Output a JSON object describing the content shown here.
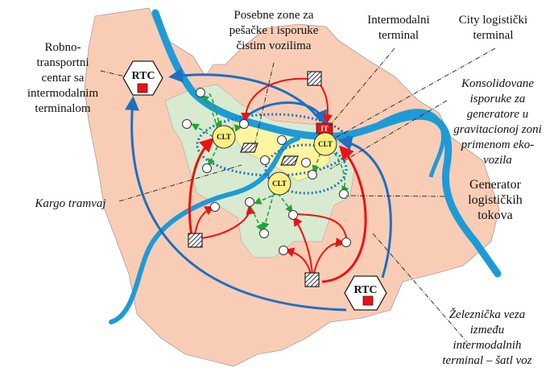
{
  "labels": {
    "rtc_left": "Robno-\ntransportni\ncentar sa\nintermodalnim\nterminalom",
    "special_zones": "Posebne zone za\npešačke i isporuke\nčistim vozilima",
    "intermodal": "Intermodalni\nterminal",
    "city_logistic": "City logistički\nterminal",
    "consolidated": "Konsolidovane\nisporuke za\ngeneratore u\ngravitacionoj zoni\nprimenom eko-\nvozila",
    "generator": "Generator\nlogističkih\ntokova",
    "cargo_tram": "Kargo tramvaj",
    "rail_link": "Železnička veza\nizmeđu\nintermodalnih\nterminal – šatl voz"
  },
  "nodes": {
    "rtc": "RTC",
    "clt": "CLT",
    "it": "IT"
  },
  "colors": {
    "city": "#f9cdb5",
    "green_zone": "#d8ead0",
    "yellow_zone": "#fdf5a0",
    "river": "#1e9bd7",
    "rail": "#1e6fc0",
    "road": "#ee1111",
    "tram": "#22a33a"
  }
}
